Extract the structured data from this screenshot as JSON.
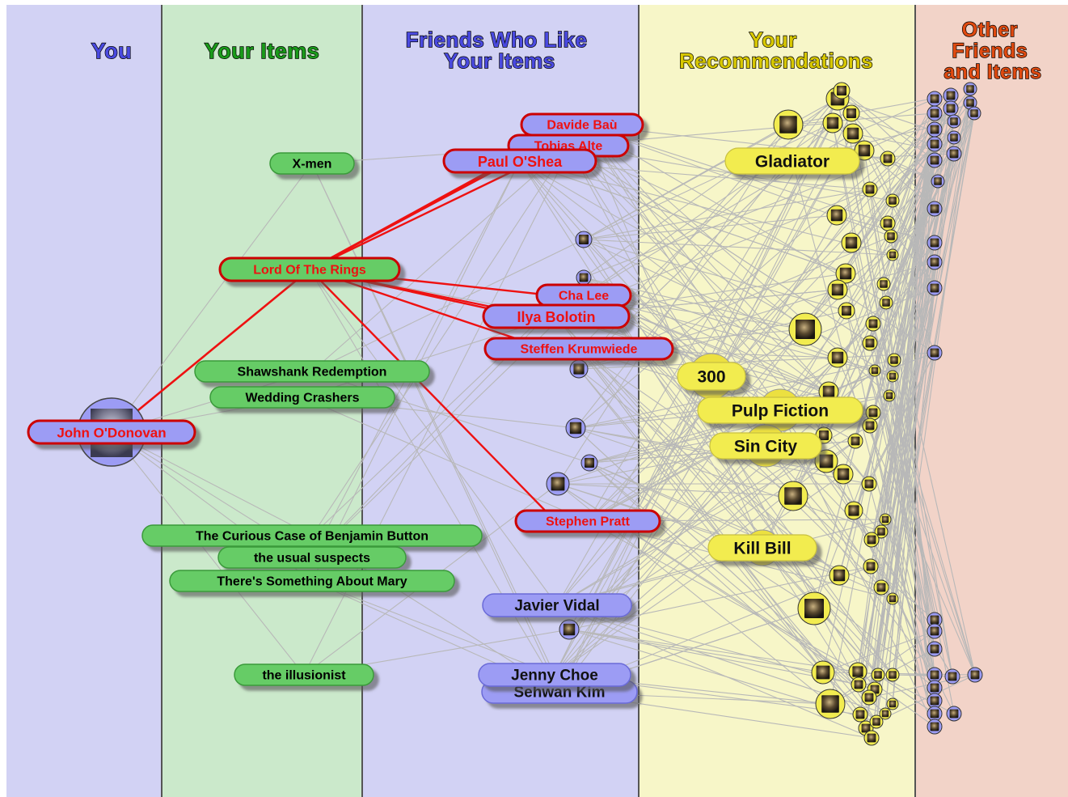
{
  "columns": [
    {
      "key": "you",
      "title_lines": [
        "You"
      ],
      "bg": "#d2d2f4",
      "title_color": "#4a4ae0"
    },
    {
      "key": "items",
      "title_lines": [
        "Your Items"
      ],
      "bg": "#cbe9cb",
      "title_color": "#1a9a1a"
    },
    {
      "key": "friends",
      "title_lines": [
        "Friends Who Like",
        "Your Items"
      ],
      "bg": "#d2d2f4",
      "title_color": "#4a4ae0"
    },
    {
      "key": "recs",
      "title_lines": [
        "Your",
        "Recommendations"
      ],
      "bg": "#f7f6c8",
      "title_color": "#d8c800"
    },
    {
      "key": "other",
      "title_lines": [
        "Other",
        "Friends",
        "and Items"
      ],
      "bg": "#f2d3c8",
      "title_color": "#e04a10"
    }
  ],
  "nodes": {
    "user": {
      "label": "John O'Donovan"
    },
    "items": [
      {
        "id": "xmen",
        "label": "X-men"
      },
      {
        "id": "lotr",
        "label": "Lord Of The Rings",
        "selected": true
      },
      {
        "id": "shaw",
        "label": "Shawshank Redemption"
      },
      {
        "id": "wed",
        "label": "Wedding Crashers"
      },
      {
        "id": "curious",
        "label": "The Curious Case of Benjamin Button"
      },
      {
        "id": "usual",
        "label": "the usual suspects"
      },
      {
        "id": "mary",
        "label": "There's Something About Mary"
      },
      {
        "id": "illus",
        "label": "the illusionist"
      }
    ],
    "friends": [
      {
        "id": "davide",
        "label": "Davide Baù",
        "highlighted": true
      },
      {
        "id": "tobias",
        "label": "Tobias Alte",
        "highlighted": true
      },
      {
        "id": "paul",
        "label": "Paul O'Shea",
        "highlighted": true
      },
      {
        "id": "cha",
        "label": "Cha Lee",
        "highlighted": true
      },
      {
        "id": "ilya",
        "label": "Ilya Bolotin",
        "highlighted": true
      },
      {
        "id": "steffen",
        "label": "Steffen Krumwiede",
        "highlighted": true
      },
      {
        "id": "stephen",
        "label": "Stephen Pratt",
        "highlighted": true
      },
      {
        "id": "javier",
        "label": "Javier Vidal"
      },
      {
        "id": "sehwan",
        "label": "Sehwan Kim"
      },
      {
        "id": "jenny",
        "label": "Jenny Choe"
      }
    ],
    "recommendations": [
      {
        "id": "glad",
        "label": "Gladiator"
      },
      {
        "id": "300",
        "label": "300"
      },
      {
        "id": "pulp",
        "label": "Pulp Fiction"
      },
      {
        "id": "sin",
        "label": "Sin City"
      },
      {
        "id": "kill",
        "label": "Kill Bill"
      }
    ]
  },
  "colors": {
    "selected_edge": "#ee1111",
    "edge": "#b8b8b8",
    "friend_pill": "#9c9cf4",
    "item_pill": "#66cc66",
    "rec_pill": "#f2ec50",
    "highlight_text": "#ee1111",
    "highlight_border": "#cc0000"
  }
}
